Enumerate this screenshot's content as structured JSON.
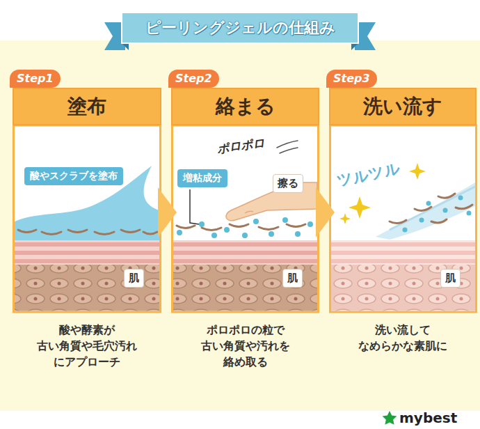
{
  "diagram": {
    "title": "ピーリングジェルの仕組み",
    "nodes": [
      {
        "text": [
          "Step1",
          "塗布",
          "酸や酵素が 古い角質や毛穴汚れ にアプローチ"
        ]
      },
      {
        "text": [
          "酸やスクラブを塗布"
        ],
        "in": 0
      },
      {
        "text": [
          "肌"
        ],
        "in": 0
      },
      {
        "text": [
          "Step2",
          "絡まる",
          "ポロポロの粒で 古い角質や汚れを 絡め取る"
        ]
      },
      {
        "text": [
          "増粘成分"
        ],
        "in": 3
      },
      {
        "text": [
          "擦る"
        ],
        "in": 3
      },
      {
        "text": [
          "肌"
        ],
        "in": 3
      },
      {
        "text": [
          "Step3",
          "洗い流す",
          "洗い流して なめらかな素肌に"
        ]
      },
      {
        "text": [
          "肌"
        ],
        "in": 7
      }
    ],
    "edges": [
      {
        "from": 0,
        "to": 3,
        "arrow": "to"
      },
      {
        "from": 3,
        "to": 7,
        "arrow": "to"
      }
    ],
    "labels": [
      "ポロポロ",
      "ツルツル",
      "mybest"
    ]
  }
}
